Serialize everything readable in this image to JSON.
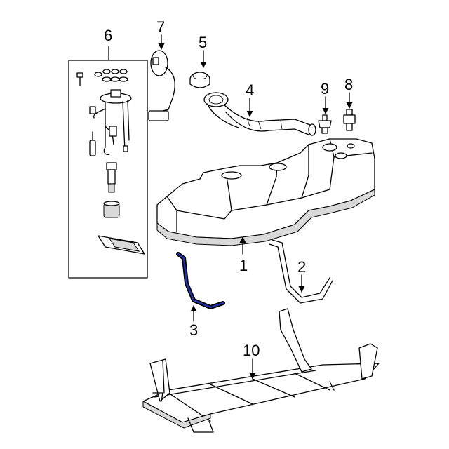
{
  "diagram": {
    "callouts": {
      "c1": "1",
      "c2": "2",
      "c3": "3",
      "c4": "4",
      "c5": "5",
      "c6": "6",
      "c7": "7",
      "c8": "8",
      "c9": "9",
      "c10": "10"
    },
    "highlight_color": "#2233aa",
    "line_color": "#000000"
  }
}
